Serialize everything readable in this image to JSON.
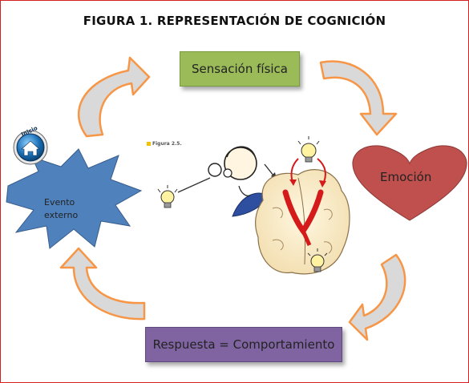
{
  "title": "FIGURA 1. REPRESENTACIÓN DE COGNICIÓN",
  "nodes": {
    "sensacion": "Sensación física",
    "emocion": "Emoción",
    "respuesta": "Respuesta = Comportamiento",
    "evento_line1": "Evento",
    "evento_line2": "externo"
  },
  "home_button": {
    "label": "Inicio",
    "icon": "house-icon"
  },
  "figure_caption": "Figura 2.5.",
  "colors": {
    "border": "#d42020",
    "sensacion": "#9bbb59",
    "respuesta": "#8064a2",
    "emocion": "#c0504d",
    "evento": "#4f81bd",
    "arrow_fill": "#d9d9d9",
    "arrow_stroke": "#f79646"
  }
}
